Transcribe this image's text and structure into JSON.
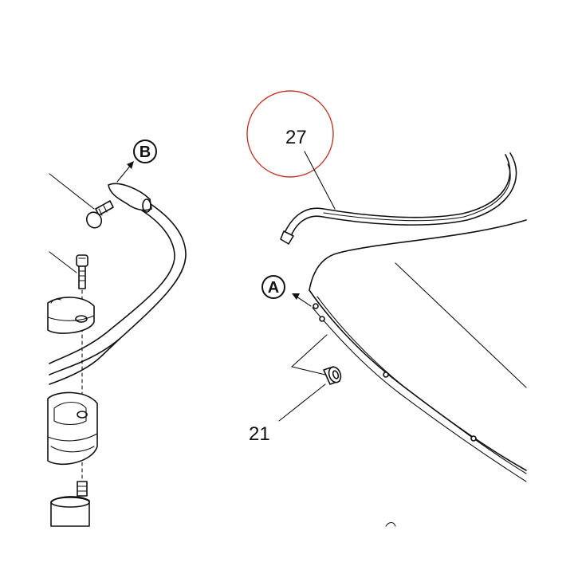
{
  "callouts": {
    "part_27": "27",
    "part_21": "21"
  },
  "markers": {
    "a": "A",
    "b": "B"
  },
  "highlight": {
    "color": "#c0392b",
    "target": "27"
  },
  "colors": {
    "line": "#111111",
    "background": "#ffffff"
  }
}
